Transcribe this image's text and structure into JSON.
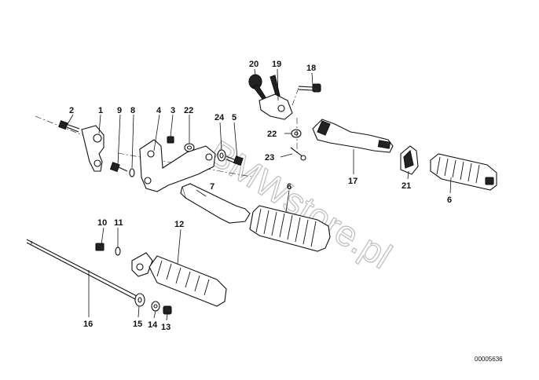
{
  "callouts": [
    {
      "id": "c1",
      "label": "1"
    },
    {
      "id": "c2",
      "label": "2"
    },
    {
      "id": "c3",
      "label": "3"
    },
    {
      "id": "c4",
      "label": "4"
    },
    {
      "id": "c5",
      "label": "5"
    },
    {
      "id": "c6a",
      "label": "6"
    },
    {
      "id": "c6b",
      "label": "6"
    },
    {
      "id": "c7",
      "label": "7"
    },
    {
      "id": "c8",
      "label": "8"
    },
    {
      "id": "c9",
      "label": "9"
    },
    {
      "id": "c10",
      "label": "10"
    },
    {
      "id": "c11",
      "label": "11"
    },
    {
      "id": "c12",
      "label": "12"
    },
    {
      "id": "c13",
      "label": "13"
    },
    {
      "id": "c14",
      "label": "14"
    },
    {
      "id": "c15",
      "label": "15"
    },
    {
      "id": "c16",
      "label": "16"
    },
    {
      "id": "c17",
      "label": "17"
    },
    {
      "id": "c18",
      "label": "18"
    },
    {
      "id": "c19",
      "label": "19"
    },
    {
      "id": "c20",
      "label": "20"
    },
    {
      "id": "c21",
      "label": "21"
    },
    {
      "id": "c22a",
      "label": "22"
    },
    {
      "id": "c22b",
      "label": "22"
    },
    {
      "id": "c23",
      "label": "23"
    },
    {
      "id": "c24",
      "label": "24"
    }
  ],
  "watermark": "BMWstore.pl",
  "reference_number": "00005636",
  "colors": {
    "line": "#111111",
    "watermark": "#bdbdbd",
    "background": "#ffffff"
  }
}
